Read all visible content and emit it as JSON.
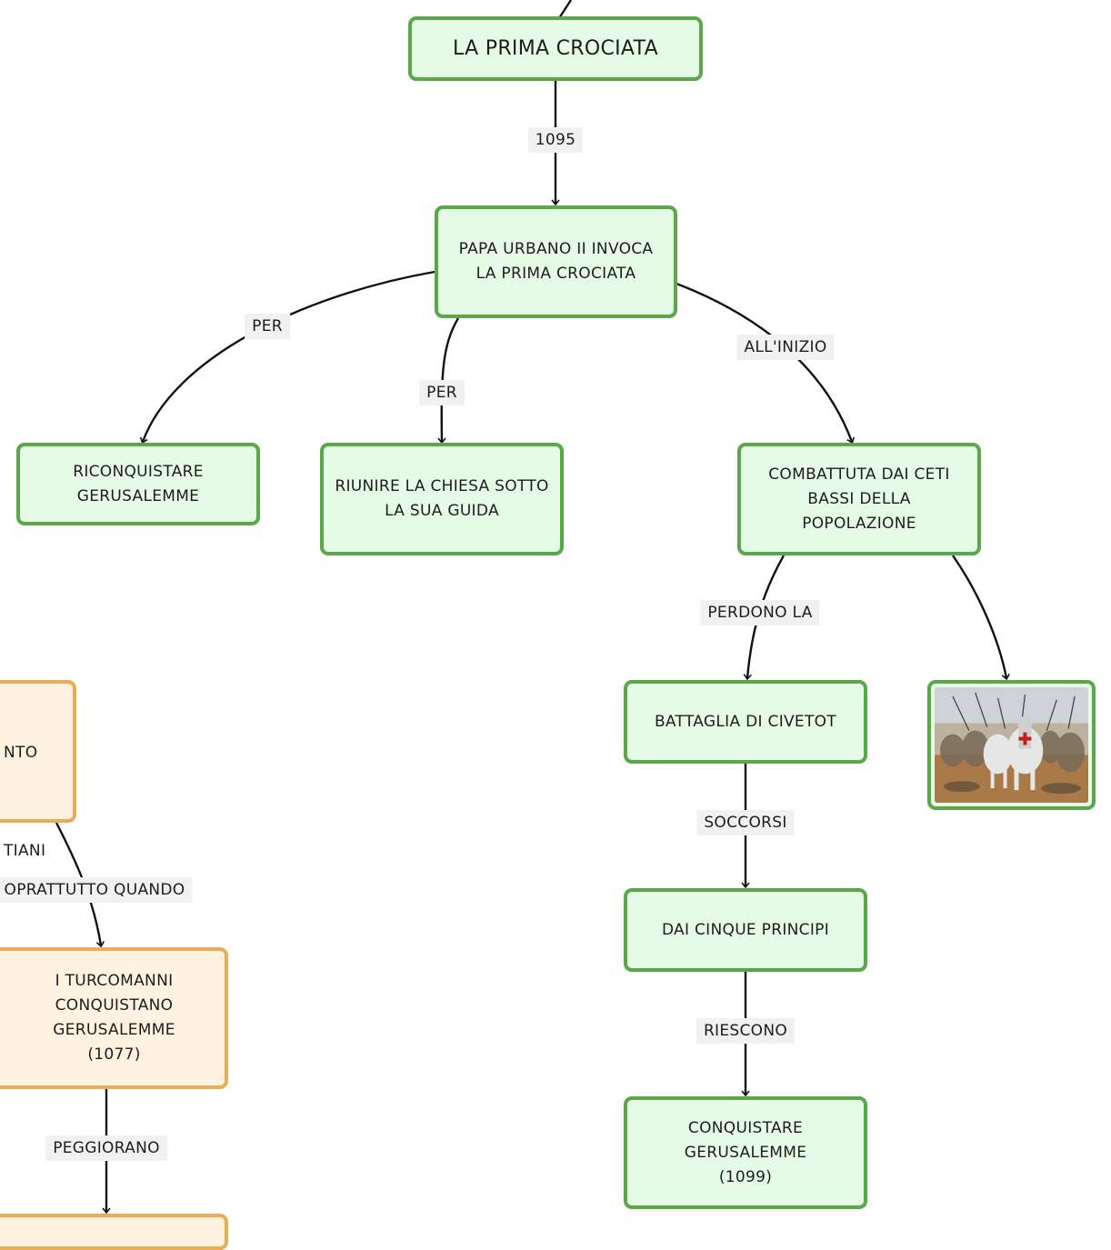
{
  "nodes": {
    "top_partial": "...NTO\n\n...TIANI",
    "prima_crociata": "LA PRIMA CROCIATA",
    "papa_urbano": "PAPA URBANO II INVOCA\nLA PRIMA CROCIATA",
    "riconquistare": "RICONQUISTARE\nGERUSALEMME",
    "riunire": "RIUNIRE LA CHIESA SOTTO\nLA SUA GUIDA",
    "combattuta": "COMBATTUTA DAI CETI\nBASSI DELLA\nPOPOLAZIONE",
    "civetot": "BATTAGLIA DI CIVETOT",
    "cinque_principi": "DAI CINQUE PRINCIPI",
    "conquistare": "CONQUISTARE\nGERUSALEMME\n(1099)",
    "turcomanni": "I TURCOMANNI\nCONQUISTANO\nGERUSALEMME\n(1077)"
  },
  "edge_labels": {
    "year": "1095",
    "per_left": "PER",
    "per_mid": "PER",
    "all_inizio": "ALL'INIZIO",
    "perdono": "PERDONO LA",
    "soccorsi": "SOCCORSI",
    "riescono": "RIESCONO",
    "soprattutto": "OPRATTUTTO QUANDO",
    "peggiorano": "PEGGIORANO"
  },
  "partial_left_texts": [
    "NTO",
    "TIANI"
  ],
  "image_node": {
    "icon": "crusaders-battle-painting"
  },
  "colors": {
    "green_border": "#5aa84b",
    "green_fill": "#e6fbe6",
    "orange_border": "#e7ae58",
    "orange_fill": "#fff2e1",
    "label_bg": "#f1f1f1"
  }
}
